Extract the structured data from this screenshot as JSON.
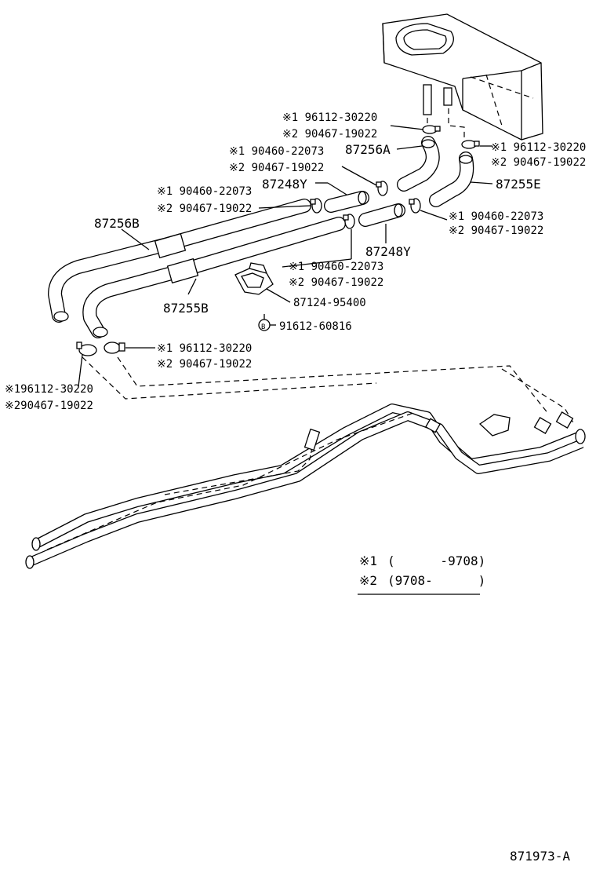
{
  "diagram_id": "871973-A",
  "parts": {
    "p87256A": "87256A",
    "p87255E": "87255E",
    "p87248Y_top": "87248Y",
    "p87248Y_bottom": "87248Y",
    "p87256B": "87256B",
    "p87255B": "87255B",
    "p87124": "87124-95400",
    "bolt_mark": "B",
    "p91612": "91612-60816"
  },
  "callouts": {
    "c1_line1": "※1 96112-30220",
    "c1_line2": "※2 90467-19022",
    "c2_line1": "※1 96112-30220",
    "c2_line2": "※2 90467-19022",
    "c3_line1": "※1 90460-22073",
    "c3_line2": "※2 90467-19022",
    "c4_line1": "※1 90460-22073",
    "c4_line2": "※2 90467-19022",
    "c5_line1": "※1  90460-22073",
    "c5_line2": "※2  90467-19022",
    "c6_line1": "※1 90460-22073",
    "c6_line2": "※2 90467-19022",
    "c7_line1": "※1 96112-30220",
    "c7_line2": "※2  90467-19022",
    "c8_line1": "※196112-30220",
    "c8_line2": "※290467-19022"
  },
  "legend": {
    "row1_mark": "※1",
    "row1_range": "(      -9708)",
    "row2_mark": "※2",
    "row2_range": "(9708-      )"
  }
}
